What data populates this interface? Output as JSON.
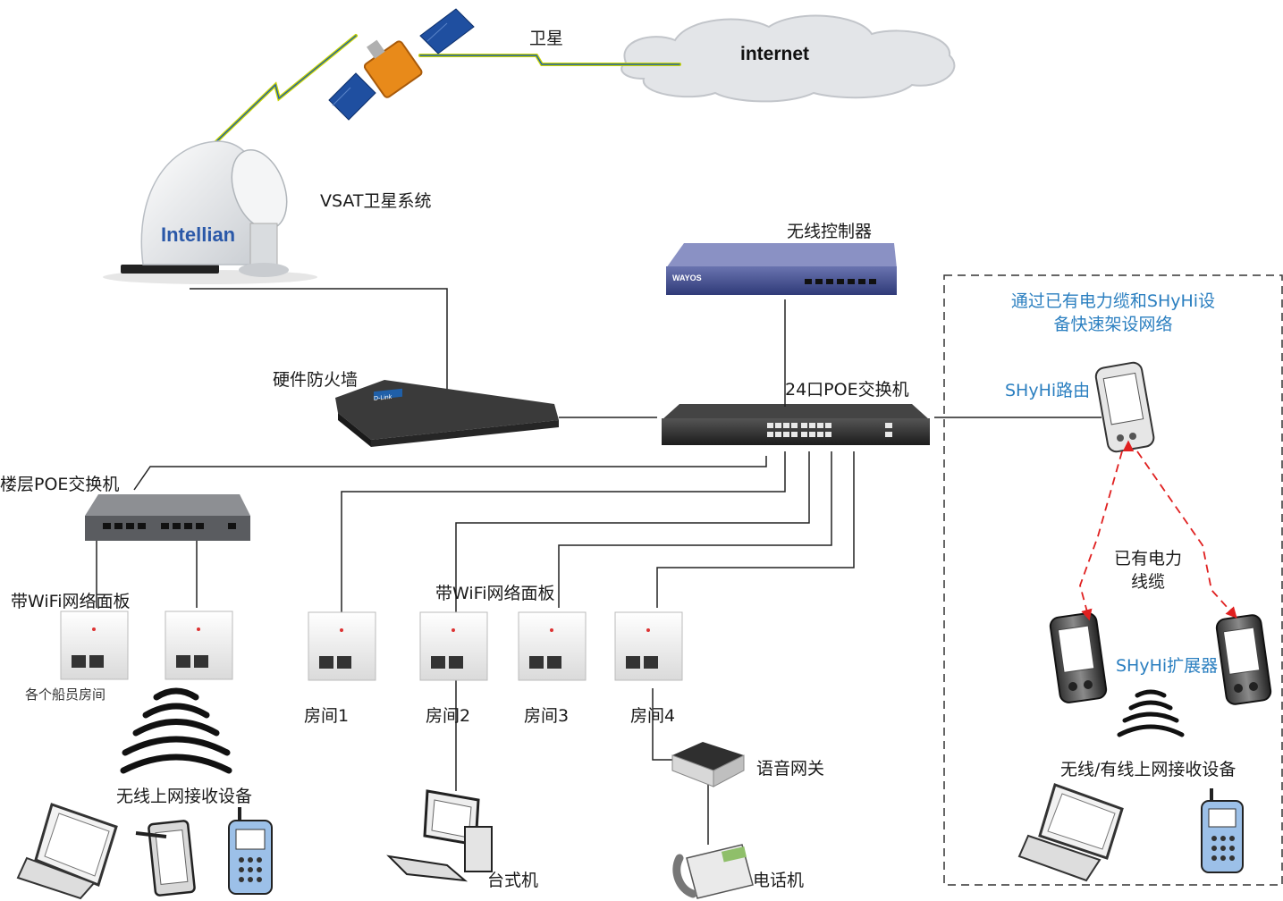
{
  "satellite": {
    "label": "卫星"
  },
  "internet": {
    "label": "internet"
  },
  "vsat": {
    "label": "VSAT卫星系统",
    "brand": "Intellian"
  },
  "wireless_controller": {
    "label": "无线控制器",
    "brand": "WAYOS"
  },
  "firewall": {
    "label": "硬件防火墙",
    "brand": "D-Link"
  },
  "core_switch": {
    "label": "24口POE交换机"
  },
  "floor_switch": {
    "label": "楼层POE交换机"
  },
  "panels_left": {
    "label": "带WiFi网络面板",
    "note": "各个船员房间"
  },
  "panels_rooms": {
    "label": "带WiFi网络面板"
  },
  "rooms": [
    "房间1",
    "房间2",
    "房间3",
    "房间4"
  ],
  "wireless_devices": {
    "label": "无线上网接收设备"
  },
  "desktop": {
    "label": "台式机"
  },
  "voice_gateway": {
    "label": "语音网关"
  },
  "telephone": {
    "label": "电话机"
  },
  "shyhi": {
    "title_line1": "通过已有电力缆和SHyHi设",
    "title_line2": "备快速架设网络",
    "router_label": "SHyHi路由",
    "power_cable_line1": "已有电力",
    "power_cable_line2": "线缆",
    "extender_label": "SHyHi扩展器",
    "devices_label": "无线/有线上网接收设备"
  },
  "colors": {
    "accent_blue": "#2b7fc0",
    "dash_red": "#e02020",
    "line": "#222222"
  }
}
